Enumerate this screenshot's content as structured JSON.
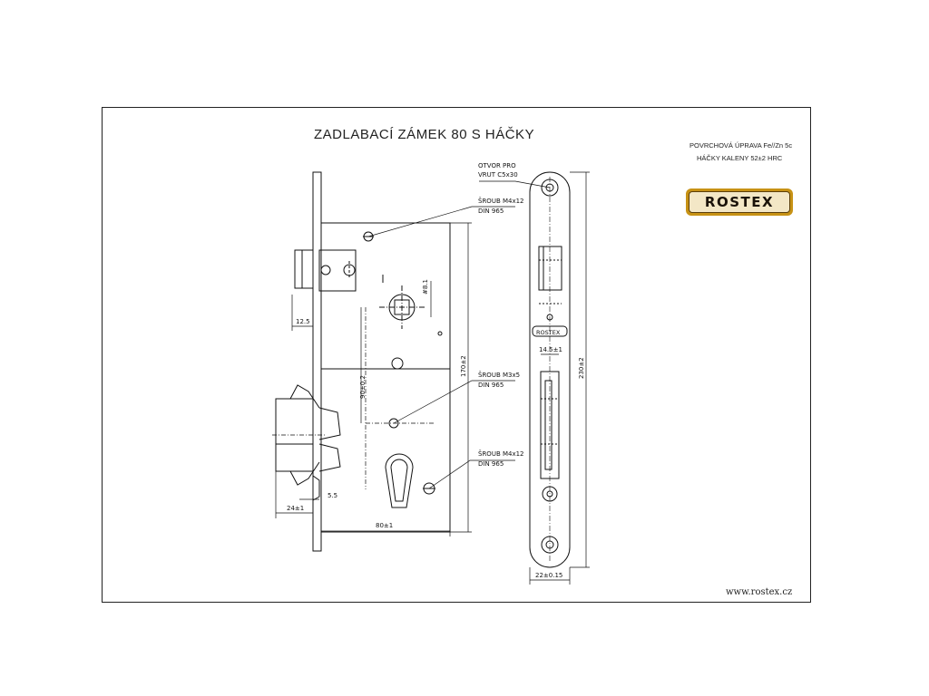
{
  "title": "ZADLABACÍ ZÁMEK 80 S HÁČKY",
  "notes": {
    "surface": "POVRCHOVÁ ÚPRAVA Fe//Zn 5c",
    "hooks": "HÁČKY KALENY 52±2 HRC"
  },
  "brand": "ROSTEX",
  "plate_badge": "ROSTEX",
  "website": "www.rostex.cz",
  "callouts": {
    "hole_line1": "OTVOR PRO",
    "hole_line2": "VRUT C5x30",
    "screw1_line1": "ŠROUB M4x12",
    "screw1_line2": "DIN 965",
    "screw2_line1": "ŠROUB M3x5",
    "screw2_line2": "DIN 965",
    "screw3_line1": "ŠROUB M4x12",
    "screw3_line2": "DIN 965"
  },
  "dimensions": {
    "latch_offset": "12.5",
    "spindle_square": "#8.1",
    "center_distance": "90±0.2",
    "body_height": "170±2",
    "hook_offset": "5.5",
    "hook_bolt_throw": "24±1",
    "backset": "80±1",
    "plate_inner_width": "14.5±1",
    "plate_height": "230±2",
    "plate_width": "22±0.15"
  }
}
